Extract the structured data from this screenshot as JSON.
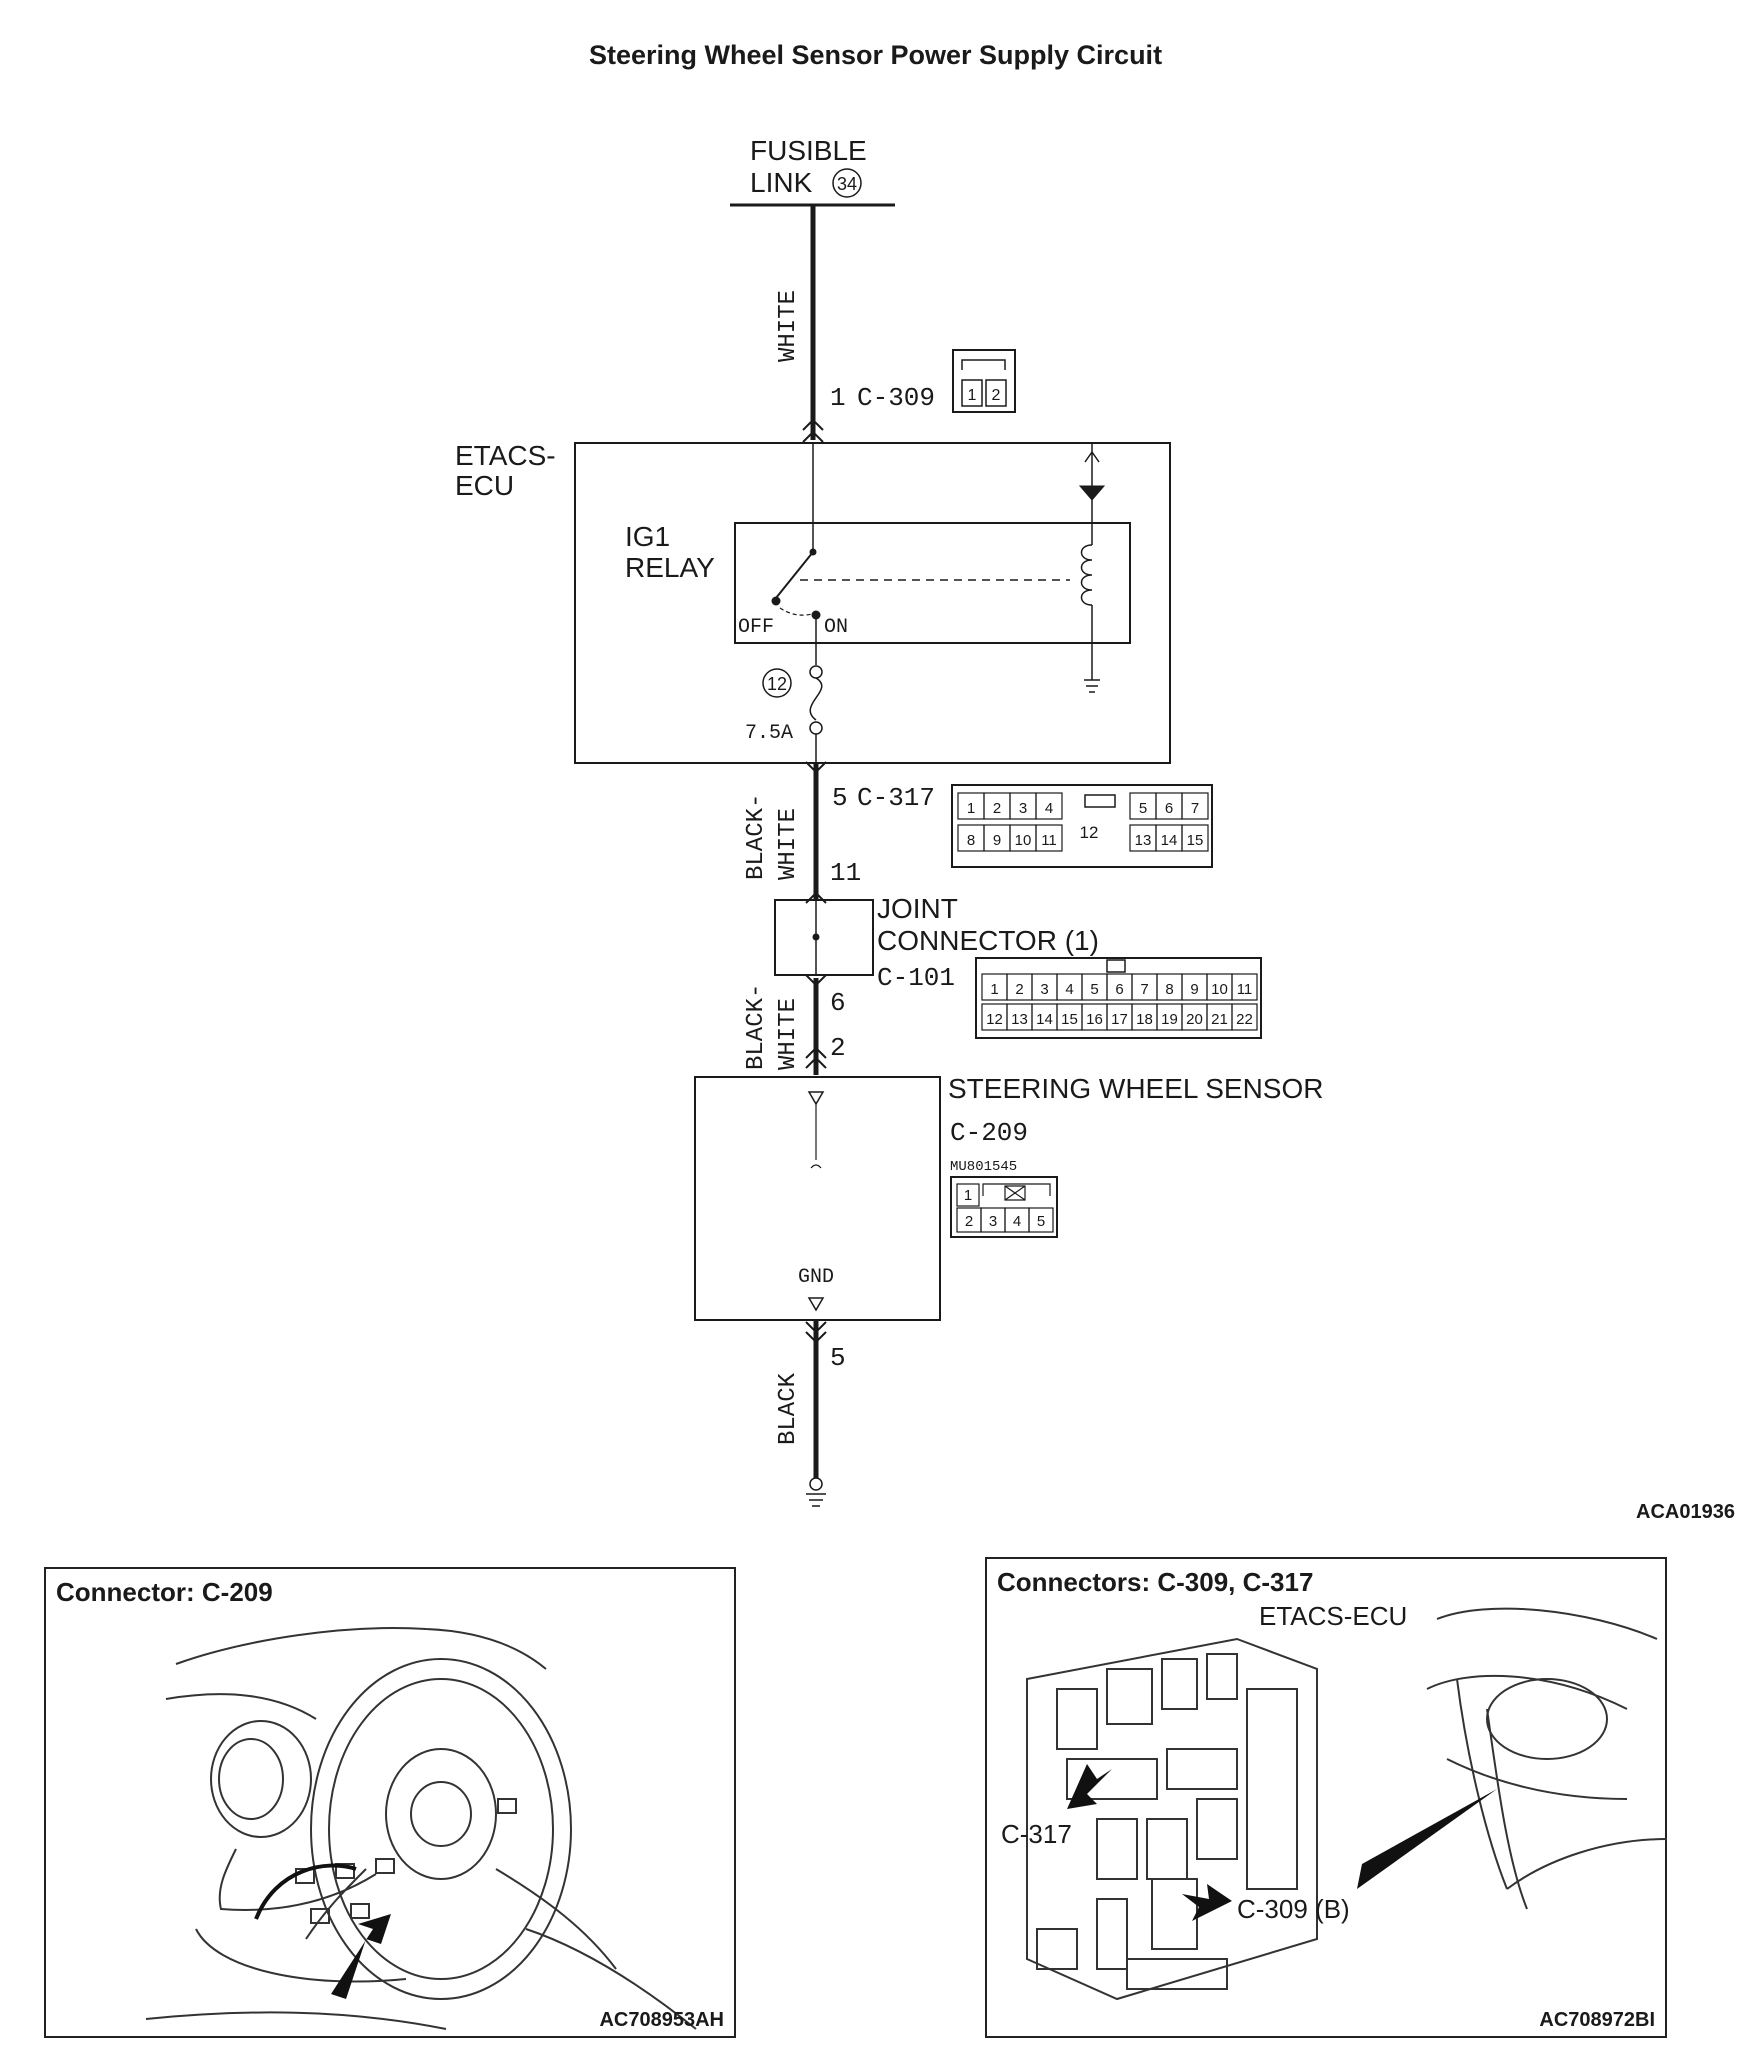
{
  "title": "Steering Wheel Sensor Power Supply Circuit",
  "circuit": {
    "fusible_link_line1": "FUSIBLE",
    "fusible_link_line2": "LINK",
    "fusible_link_no": "34",
    "wire_white": "WHITE",
    "c309_pin": "1",
    "c309_name": "C-309",
    "c309_pins": [
      "1",
      "2"
    ],
    "ecu_line1": "ETACS-",
    "ecu_line2": "ECU",
    "relay_line1": "IG1",
    "relay_line2": "RELAY",
    "relay_off": "OFF",
    "relay_on": "ON",
    "fuse_no": "12",
    "fuse_rating": "7.5A",
    "c317_pin_top": "5",
    "c317_name": "C-317",
    "c317_pin_bottom": "11",
    "c317_row1": [
      "1",
      "2",
      "3",
      "4",
      "5",
      "6",
      "7"
    ],
    "c317_row2": [
      "8",
      "9",
      "10",
      "11",
      "13",
      "14",
      "15"
    ],
    "c317_mid": "12",
    "wire_bw1_a": "BLACK-",
    "wire_bw1_b": "WHITE",
    "joint_line1": "JOINT",
    "joint_line2": "CONNECTOR (1)",
    "joint_name": "C-101",
    "c101_row1": [
      "1",
      "2",
      "3",
      "4",
      "5",
      "6",
      "7",
      "8",
      "9",
      "10",
      "11"
    ],
    "c101_row2": [
      "12",
      "13",
      "14",
      "15",
      "16",
      "17",
      "18",
      "19",
      "20",
      "21",
      "22"
    ],
    "c101_pin_top": "6",
    "c101_pin_bottom": "2",
    "wire_bw2_a": "BLACK-",
    "wire_bw2_b": "WHITE",
    "sws_label": "STEERING WHEEL SENSOR",
    "c209_name": "C-209",
    "c209_part": "MU801545",
    "c209_row1": [
      "1"
    ],
    "c209_row2": [
      "2",
      "3",
      "4",
      "5"
    ],
    "gnd_label": "GND",
    "gnd_pin": "5",
    "wire_black": "BLACK",
    "diagram_code": "ACA01936"
  },
  "panel_left": {
    "title": "Connector: C-209",
    "code": "AC708953AH"
  },
  "panel_right": {
    "title": "Connectors: C-309, C-317",
    "ecu_label": "ETACS-ECU",
    "c317_label": "C-317",
    "c309_label": "C-309 (B)",
    "code": "AC708972BI"
  }
}
